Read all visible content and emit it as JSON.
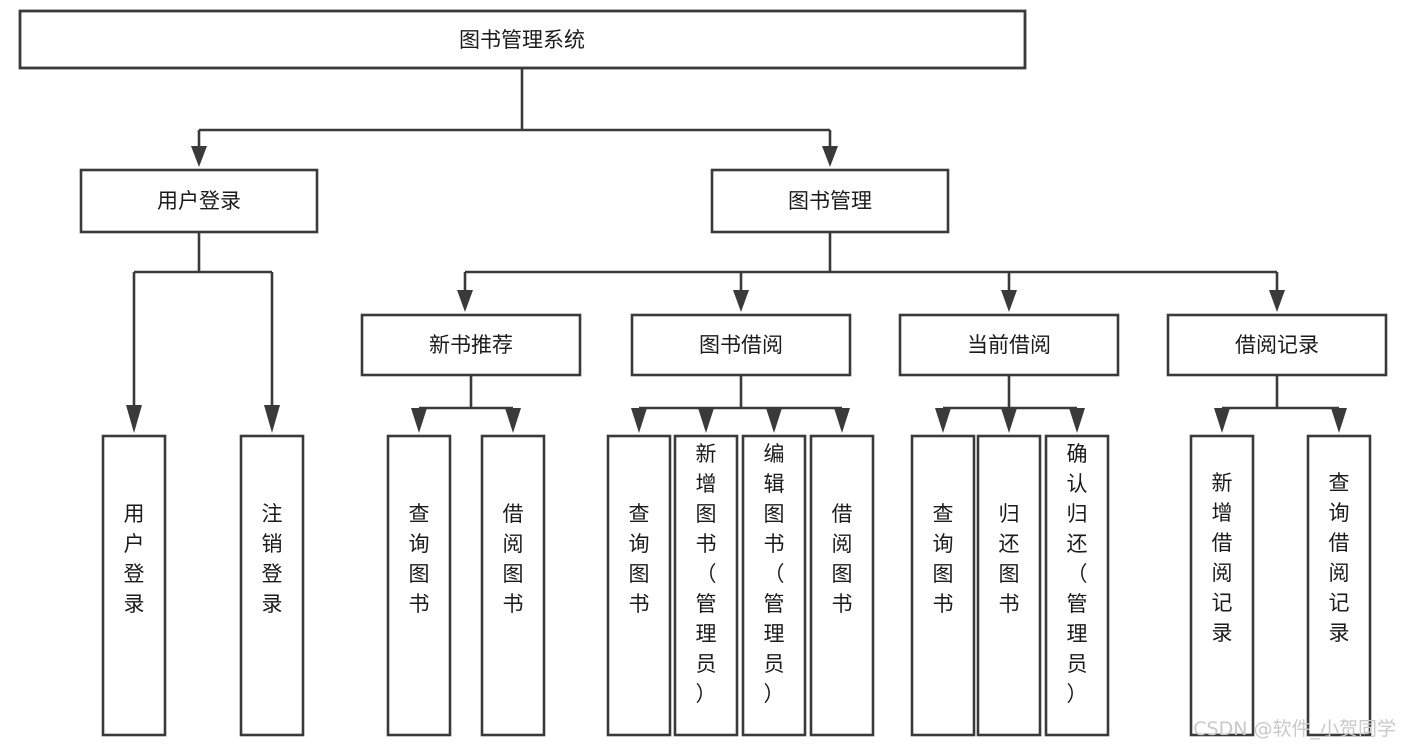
{
  "diagram": {
    "title": "图书管理系统",
    "type": "tree-hierarchy-diagram",
    "colors": {
      "background": "#ffffff",
      "box_fill": "#ffffff",
      "box_stroke": "#3a3a3a",
      "text": "#1b1b1b",
      "watermark": "#c9c9c9"
    },
    "root": {
      "id": "root",
      "label": "图书管理系统",
      "orientation": "horizontal"
    },
    "level2": [
      {
        "id": "user-login",
        "label": "用户登录",
        "orientation": "horizontal"
      },
      {
        "id": "book-manage",
        "label": "图书管理",
        "orientation": "horizontal"
      }
    ],
    "level3": [
      {
        "id": "new-book-recommend",
        "label": "新书推荐",
        "orientation": "horizontal",
        "parent": "book-manage"
      },
      {
        "id": "book-borrow",
        "label": "图书借阅",
        "orientation": "horizontal",
        "parent": "book-manage"
      },
      {
        "id": "current-borrow",
        "label": "当前借阅",
        "orientation": "horizontal",
        "parent": "book-manage"
      },
      {
        "id": "borrow-record",
        "label": "借阅记录",
        "orientation": "horizontal",
        "parent": "book-manage"
      }
    ],
    "leaves": [
      {
        "id": "leaf-user-login",
        "label": "用户登录",
        "orientation": "vertical",
        "parent": "user-login",
        "align": "bottom"
      },
      {
        "id": "leaf-logout",
        "label": "注销登录",
        "orientation": "vertical",
        "parent": "user-login",
        "align": "bottom"
      },
      {
        "id": "leaf-query-book-1",
        "label": "查询图书",
        "orientation": "vertical",
        "parent": "new-book-recommend",
        "align": "middle"
      },
      {
        "id": "leaf-borrow-book-1",
        "label": "借阅图书",
        "orientation": "vertical",
        "parent": "new-book-recommend",
        "align": "middle"
      },
      {
        "id": "leaf-query-book-2",
        "label": "查询图书",
        "orientation": "vertical",
        "parent": "book-borrow",
        "align": "middle"
      },
      {
        "id": "leaf-add-book-admin",
        "label": "新增图书（管理员）",
        "orientation": "vertical",
        "parent": "book-borrow",
        "align": "top"
      },
      {
        "id": "leaf-edit-book-admin",
        "label": "编辑图书（管理员）",
        "orientation": "vertical",
        "parent": "book-borrow",
        "align": "top"
      },
      {
        "id": "leaf-borrow-book-2",
        "label": "借阅图书",
        "orientation": "vertical",
        "parent": "book-borrow",
        "align": "middle"
      },
      {
        "id": "leaf-query-book-3",
        "label": "查询图书",
        "orientation": "vertical",
        "parent": "current-borrow",
        "align": "middle"
      },
      {
        "id": "leaf-return-book",
        "label": "归还图书",
        "orientation": "vertical",
        "parent": "current-borrow",
        "align": "middle"
      },
      {
        "id": "leaf-confirm-return-admin",
        "label": "确认归还（管理员）",
        "orientation": "vertical",
        "parent": "current-borrow",
        "align": "top"
      },
      {
        "id": "leaf-add-borrow-record",
        "label": "新增借阅记录",
        "orientation": "vertical",
        "parent": "borrow-record",
        "align": "middle"
      },
      {
        "id": "leaf-query-borrow-record",
        "label": "查询借阅记录",
        "orientation": "vertical",
        "parent": "borrow-record",
        "align": "middle"
      }
    ],
    "watermark": "CSDN @软件_小贺同学"
  }
}
